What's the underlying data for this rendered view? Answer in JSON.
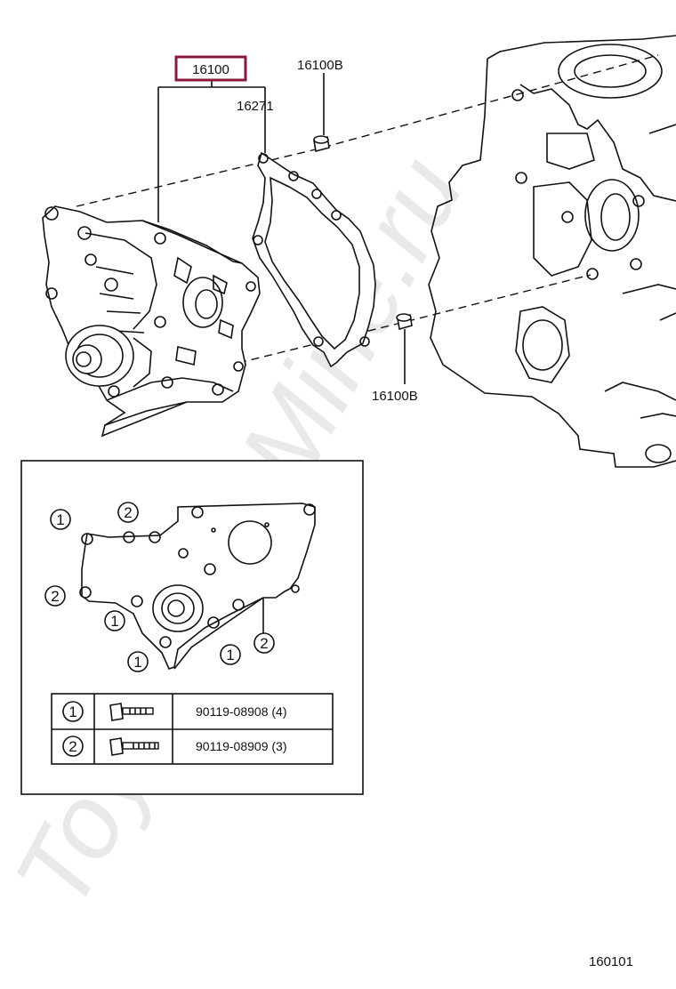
{
  "watermark": "ToyotaCarMine.ru",
  "part_labels": {
    "highlighted": "16100",
    "gasket": "16271",
    "pin_top": "16100B",
    "pin_bottom": "16100B"
  },
  "highlight_color": "#8b1a3a",
  "inset": {
    "bolt_markers": [
      "1",
      "2",
      "2",
      "1",
      "1",
      "1",
      "2"
    ],
    "table": [
      {
        "key": "1",
        "part": "90119-08908 (4)",
        "icon": "short-bolt-icon"
      },
      {
        "key": "2",
        "part": "90119-08909 (3)",
        "icon": "long-bolt-icon"
      }
    ]
  },
  "figure_number": "160101"
}
